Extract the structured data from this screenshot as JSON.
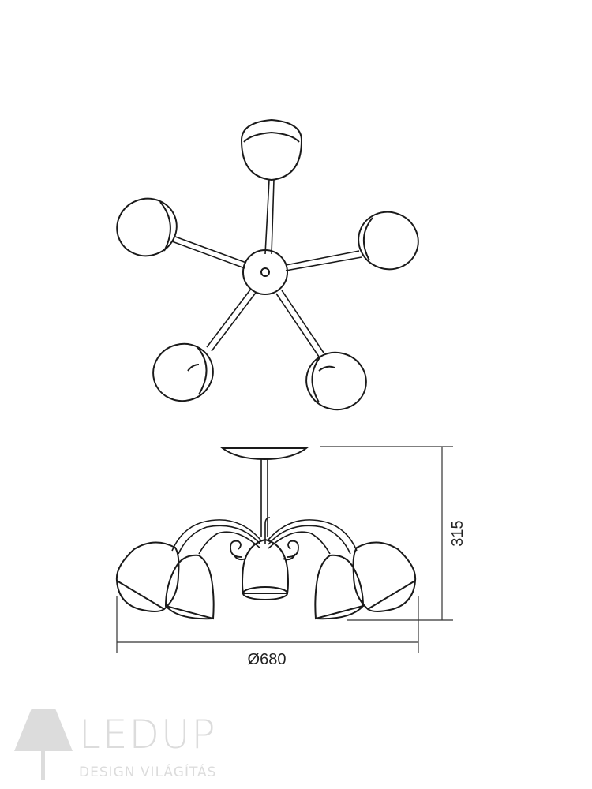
{
  "dimensions": {
    "width_label": "Ø680",
    "height_label": "315"
  },
  "logo": {
    "name": "LEDUP",
    "tagline": "DESIGN VILÁGÍTÁS",
    "icon": "lamp-shade-icon"
  },
  "colors": {
    "line": "#1a1a1a",
    "dimension_line": "#333333",
    "logo": "#dcdcdc"
  }
}
